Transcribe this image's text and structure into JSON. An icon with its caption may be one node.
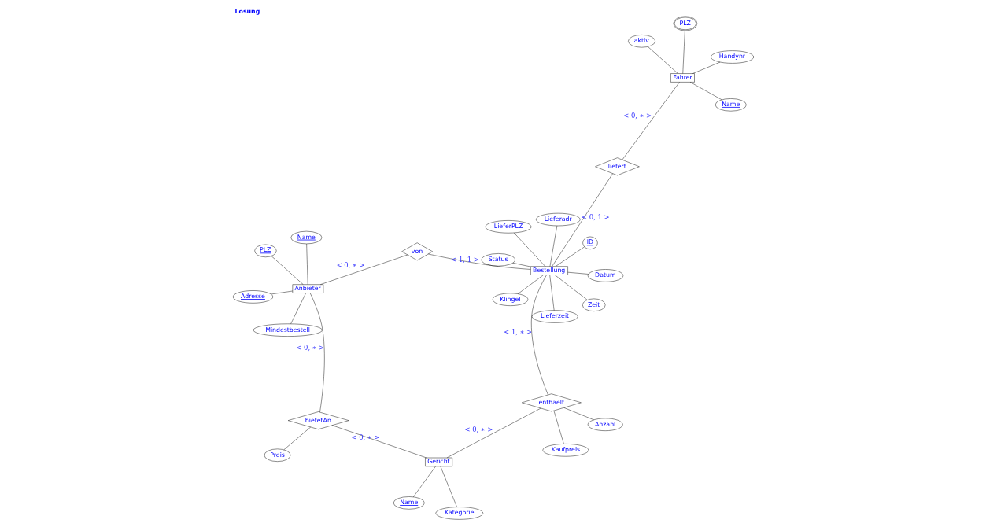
{
  "diagram": {
    "title": "Lösung",
    "nodes": [
      {
        "text": [
          "Anbieter"
        ]
      },
      {
        "text": [
          "Adresse"
        ]
      },
      {
        "text": [
          "Mindestbestell"
        ]
      },
      {
        "text": [
          "Name"
        ]
      },
      {
        "text": [
          "PLZ"
        ]
      },
      {
        "text": [
          "bietetAn"
        ]
      },
      {
        "text": [
          "Preis"
        ]
      },
      {
        "text": [
          "Gericht"
        ]
      },
      {
        "text": [
          "Kategorie"
        ]
      },
      {
        "text": [
          "Name"
        ]
      },
      {
        "text": [
          "von"
        ]
      },
      {
        "text": [
          "enthaelt"
        ]
      },
      {
        "text": [
          "Kaufpreis"
        ]
      },
      {
        "text": [
          "Anzahl"
        ]
      },
      {
        "text": [
          "Fahrer"
        ]
      },
      {
        "text": [
          "PLZ"
        ]
      },
      {
        "text": [
          "aktiv"
        ]
      },
      {
        "text": [
          "Name"
        ]
      },
      {
        "text": [
          "Handynr"
        ]
      },
      {
        "text": [
          "liefert"
        ]
      },
      {
        "text": [
          "Bestellung"
        ]
      },
      {
        "text": [
          "ID"
        ]
      },
      {
        "text": [
          "Datum"
        ]
      },
      {
        "text": [
          "Zeit"
        ]
      },
      {
        "text": [
          "Status"
        ]
      },
      {
        "text": [
          "LieferPLZ"
        ]
      },
      {
        "text": [
          "Klingel"
        ]
      },
      {
        "text": [
          "Lieferadr"
        ]
      },
      {
        "text": [
          "Lieferzeit"
        ]
      }
    ],
    "edges": [
      {
        "from": 0,
        "to": 1,
        "arrow": "none"
      },
      {
        "from": 0,
        "to": 2,
        "arrow": "none"
      },
      {
        "from": 3,
        "to": 0,
        "arrow": "none"
      },
      {
        "from": 0,
        "to": 4,
        "arrow": "none"
      },
      {
        "from": 0,
        "to": 5,
        "arrow": "none",
        "label": "< 0, ∗ >"
      },
      {
        "from": 5,
        "to": 7,
        "arrow": "none",
        "label": "< 0, ∗ >"
      },
      {
        "from": 5,
        "to": 6,
        "arrow": "none"
      },
      {
        "from": 7,
        "to": 8,
        "arrow": "none"
      },
      {
        "from": 7,
        "to": 9,
        "arrow": "none"
      },
      {
        "from": 0,
        "to": 10,
        "arrow": "none",
        "label": "< 0, ∗ >"
      },
      {
        "from": 7,
        "to": 11,
        "arrow": "none",
        "label": "< 0, ∗ >"
      },
      {
        "from": 11,
        "to": 12,
        "arrow": "none"
      },
      {
        "from": 11,
        "to": 13,
        "arrow": "none"
      },
      {
        "from": 10,
        "to": 20,
        "arrow": "none",
        "label": "< 1, 1 >"
      },
      {
        "from": 11,
        "to": 20,
        "arrow": "none",
        "label": "< 1, ∗ >"
      },
      {
        "from": 14,
        "to": 15,
        "arrow": "none"
      },
      {
        "from": 14,
        "to": 16,
        "arrow": "none"
      },
      {
        "from": 17,
        "to": 14,
        "arrow": "none"
      },
      {
        "from": 14,
        "to": 18,
        "arrow": "none"
      },
      {
        "from": 14,
        "to": 19,
        "arrow": "none",
        "label": "< 0, ∗ >"
      },
      {
        "from": 19,
        "to": 20,
        "arrow": "none",
        "label": "< 0, 1 >"
      },
      {
        "from": 20,
        "to": 21,
        "arrow": "none"
      },
      {
        "from": 20,
        "to": 22,
        "arrow": "none"
      },
      {
        "from": 20,
        "to": 23,
        "arrow": "none"
      },
      {
        "from": 20,
        "to": 24,
        "arrow": "none"
      },
      {
        "from": 20,
        "to": 25,
        "arrow": "none"
      },
      {
        "from": 20,
        "to": 26,
        "arrow": "none"
      },
      {
        "from": 20,
        "to": 27,
        "arrow": "none"
      },
      {
        "from": 20,
        "to": 28,
        "arrow": "none"
      }
    ]
  }
}
